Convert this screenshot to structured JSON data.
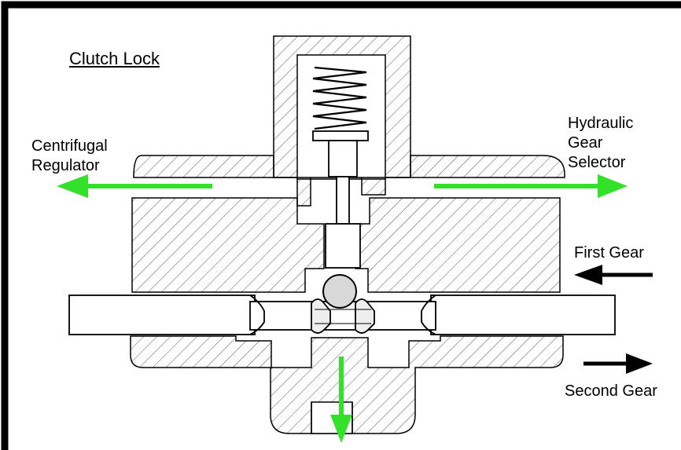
{
  "title": "Clutch Lock",
  "labels": {
    "centrifugal_regulator": [
      "Centrifugal",
      "Regulator"
    ],
    "hydraulic_gear_selector": [
      "Hydraulic",
      "Gear",
      "Selector"
    ],
    "first_gear": "First Gear",
    "second_gear": "Second Gear"
  },
  "colors": {
    "flow_arrow": "#33e02a",
    "motion_arrow": "#000000",
    "outline": "#000000",
    "hatch": "#555555",
    "ball": "#d8d8d8"
  }
}
